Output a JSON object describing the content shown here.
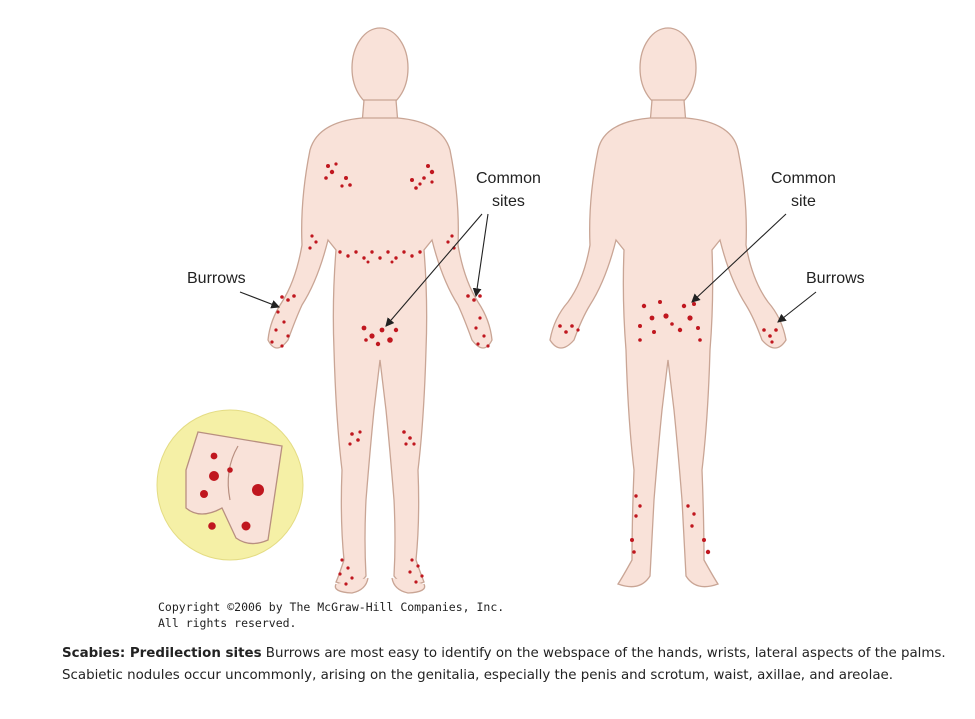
{
  "labels": {
    "front_burrows": "Burrows",
    "front_common_line1": "Common",
    "front_common_line2": "sites",
    "back_common_line1": "Common",
    "back_common_line2": "site",
    "back_burrows": "Burrows"
  },
  "copyright": {
    "line1": "Copyright ©2006 by The McGraw-Hill Companies, Inc.",
    "line2": "All rights reserved."
  },
  "caption": {
    "title": "Scabies: Predilection sites",
    "text": " Burrows are most easy to identify on the webspace of the hands, wrists, lateral aspects of the palms. Scabietic nodules occur uncommonly, arising on the genitalia, especially the penis and scrotum, waist, axillae, and areolae."
  },
  "colors": {
    "skin": "#f9e2d9",
    "skin_outline": "#c9a595",
    "lesion": "#c0171f",
    "inset_background": "#f5f0a6"
  }
}
